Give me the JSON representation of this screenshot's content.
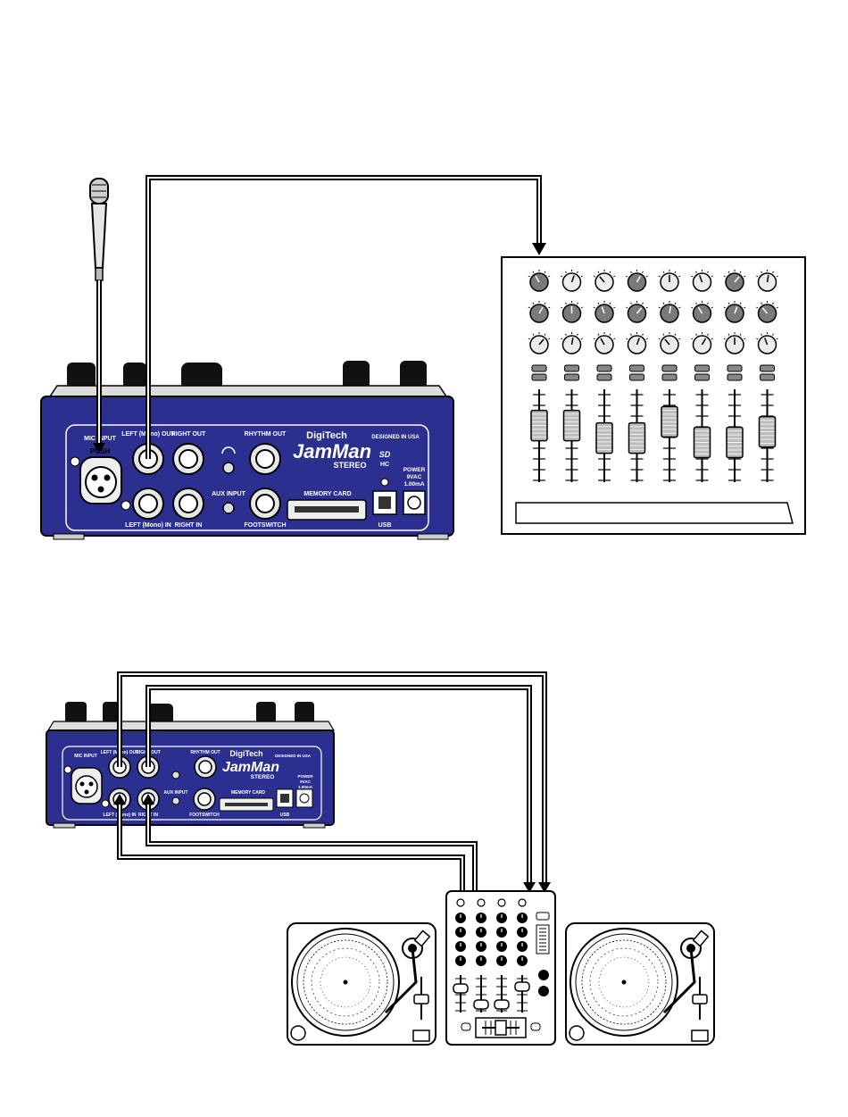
{
  "colors": {
    "unit_blue": "#2b2f8f",
    "unit_blue_dark": "#1c1f66",
    "panel_line": "#ffffff",
    "cable": "#000000",
    "mixer_bg": "#ffffff",
    "knob_dark": "#6e6e6e",
    "knob_light": "#e8e8e8"
  },
  "unit1": {
    "brand": "DigiTech",
    "model": "JamMan",
    "model_sub": "STEREO",
    "designed": "DESIGNED IN USA",
    "mic_input": "MIC INPUT",
    "push": "PUSH",
    "left_out": "LEFT (Mono) OUT",
    "right_out": "RIGHT OUT",
    "rhythm_out": "RHYTHM OUT",
    "left_in": "LEFT (Mono) IN",
    "right_in": "RIGHT IN",
    "aux_input": "AUX INPUT",
    "footswitch": "FOOTSWITCH",
    "memory_card": "MEMORY CARD",
    "usb": "USB",
    "power": "POWER",
    "power_v": "9VAC",
    "power_ma": "1.00mA",
    "sd": "SD",
    "hc": "HC"
  },
  "unit2": {
    "brand": "DigiTech",
    "model": "JamMan",
    "model_sub": "STEREO",
    "designed": "DESIGNED IN USA",
    "mic_input": "MIC INPUT",
    "left_out": "LEFT (Mono) OUT",
    "right_out": "RIGHT OUT",
    "rhythm_out": "RHYTHM OUT",
    "left_in": "LEFT (Mono) IN",
    "right_in": "RIGHT IN",
    "aux_input": "AUX INPUT",
    "footswitch": "FOOTSWITCH",
    "memory_card": "MEMORY CARD",
    "usb": "USB",
    "power": "POWER",
    "power_v": "9VAC",
    "power_ma": "1.00mA"
  },
  "mixer": {
    "fader_levels": [
      0.72,
      0.72,
      0.52,
      0.52,
      0.78,
      0.45,
      0.45,
      0.62
    ],
    "row1_dark": [
      true,
      false,
      false,
      true,
      false,
      false,
      true,
      false
    ],
    "row2_dark": [
      true,
      true,
      true,
      true,
      true,
      true,
      true,
      true
    ],
    "row3_dark": [
      false,
      false,
      false,
      false,
      false,
      false,
      false,
      false
    ]
  }
}
